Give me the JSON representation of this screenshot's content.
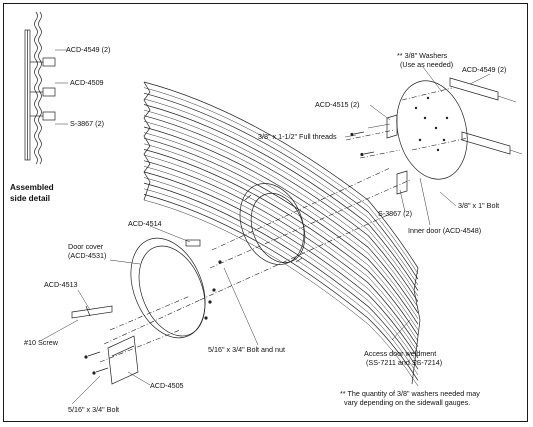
{
  "labels": {
    "side_acd4549": "ACD-4549 (2)",
    "side_acd4509": "ACD-4509",
    "side_s3867": "S-3867 (2)",
    "assembled_line1": "Assembled",
    "assembled_line2": "side detail",
    "washers_line1": "** 3/8\" Washers",
    "washers_line2": "(Use as needed)",
    "right_acd4549": "ACD-4549 (2)",
    "acd4515": "ACD-4515 (2)",
    "full_threads": "3/8\" x 1-1/2\" Full threads",
    "bolt_3_8": "3/8\" x 1\" Bolt",
    "inner_door": "Inner door (ACD-4548)",
    "s3867_mid": "S-3867 (2)",
    "acd4514": "ACD-4514",
    "door_cover_line1": "Door cover",
    "door_cover_line2": "(ACD-4531)",
    "acd4513": "ACD-4513",
    "screw10": "#10 Screw",
    "bolt_nut": "5/16\" x 3/4\" Bolt and nut",
    "acd4505": "ACD-4505",
    "bolt_5_16": "5/16\" x 3/4\" Bolt",
    "weldment_line1": "Access door weldment",
    "weldment_line2": "(SS-7211 and SS-7214)",
    "note_line1": "** The quantity of 3/8\" washers needed may",
    "note_line2": "vary depending on the sidewall gauges."
  }
}
